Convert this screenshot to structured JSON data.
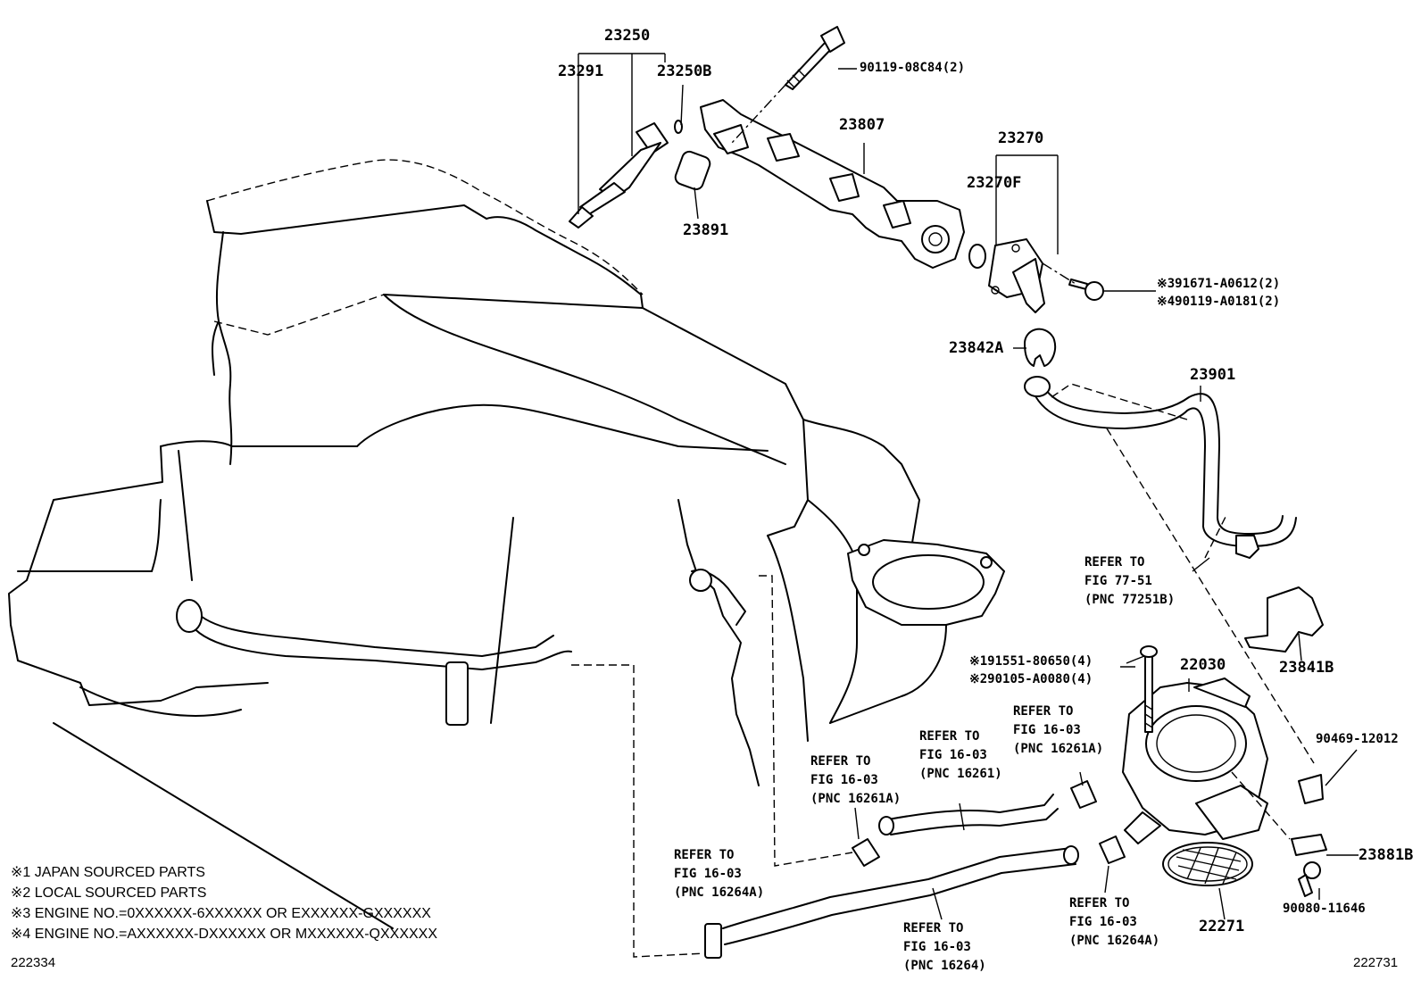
{
  "part_labels": {
    "p23250": "23250",
    "p23291": "23291",
    "p23250b": "23250B",
    "p90119_08c84": "90119-08C84(2)",
    "p23807": "23807",
    "p23891": "23891",
    "p23270": "23270",
    "p23270f": "23270F",
    "p91671": "※391671-A0612(2)",
    "p90119_a0181": "※490119-A0181(2)",
    "p23842a": "23842A",
    "p23901": "23901",
    "p23841b": "23841B",
    "p91551": "※191551-80650(4)",
    "p90105": "※290105-A0080(4)",
    "p22030": "22030",
    "p90469": "90469-12012",
    "p23881b": "23881B",
    "p90080": "90080-11646",
    "p22271": "22271"
  },
  "refer_labels": {
    "r77251b": [
      "REFER TO",
      "FIG 77-51",
      "(PNC 77251B)"
    ],
    "r16261a_top": [
      "REFER TO",
      "FIG 16-03",
      "(PNC 16261A)"
    ],
    "r16261": [
      "REFER TO",
      "FIG 16-03",
      "(PNC 16261)"
    ],
    "r16261a_left": [
      "REFER TO",
      "FIG 16-03",
      "(PNC 16261A)"
    ],
    "r16264a_left": [
      "REFER TO",
      "FIG 16-03",
      "(PNC 16264A)"
    ],
    "r16264": [
      "REFER TO",
      "FIG 16-03",
      "(PNC 16264)"
    ],
    "r16264a_right": [
      "REFER TO",
      "FIG 16-03",
      "(PNC 16264A)"
    ]
  },
  "notes": [
    "※1 JAPAN SOURCED PARTS",
    "※2 LOCAL SOURCED PARTS",
    "※3 ENGINE NO.=0XXXXXX-6XXXXXX OR EXXXXXX-GXXXXXX",
    "※4 ENGINE NO.=AXXXXXX-DXXXXXX OR MXXXXXX-QXXXXXX"
  ],
  "corner_codes": {
    "left": "222334",
    "right": "222731"
  }
}
